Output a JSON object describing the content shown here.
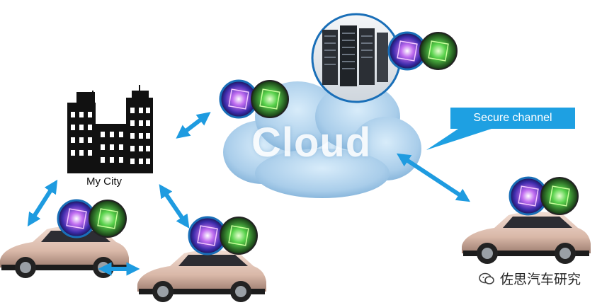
{
  "cloud": {
    "label": "Cloud"
  },
  "city": {
    "label": "My City"
  },
  "callout": {
    "label": "Secure channel"
  },
  "watermark": {
    "label": "佐思汽车研究",
    "icon": "wechat-icon"
  },
  "colors": {
    "arrow": "#1e9be0",
    "chip_ring": "#1a6fb8",
    "callout": "#1ea0e2",
    "cloud": "#a9cdea"
  },
  "nodes": [
    {
      "name": "cloud-servers",
      "chips": 2
    },
    {
      "name": "cloud",
      "chips": 2
    },
    {
      "name": "city",
      "chips": 0
    },
    {
      "name": "car-left",
      "chips": 2
    },
    {
      "name": "car-middle",
      "chips": 2
    },
    {
      "name": "car-right",
      "chips": 2
    }
  ]
}
